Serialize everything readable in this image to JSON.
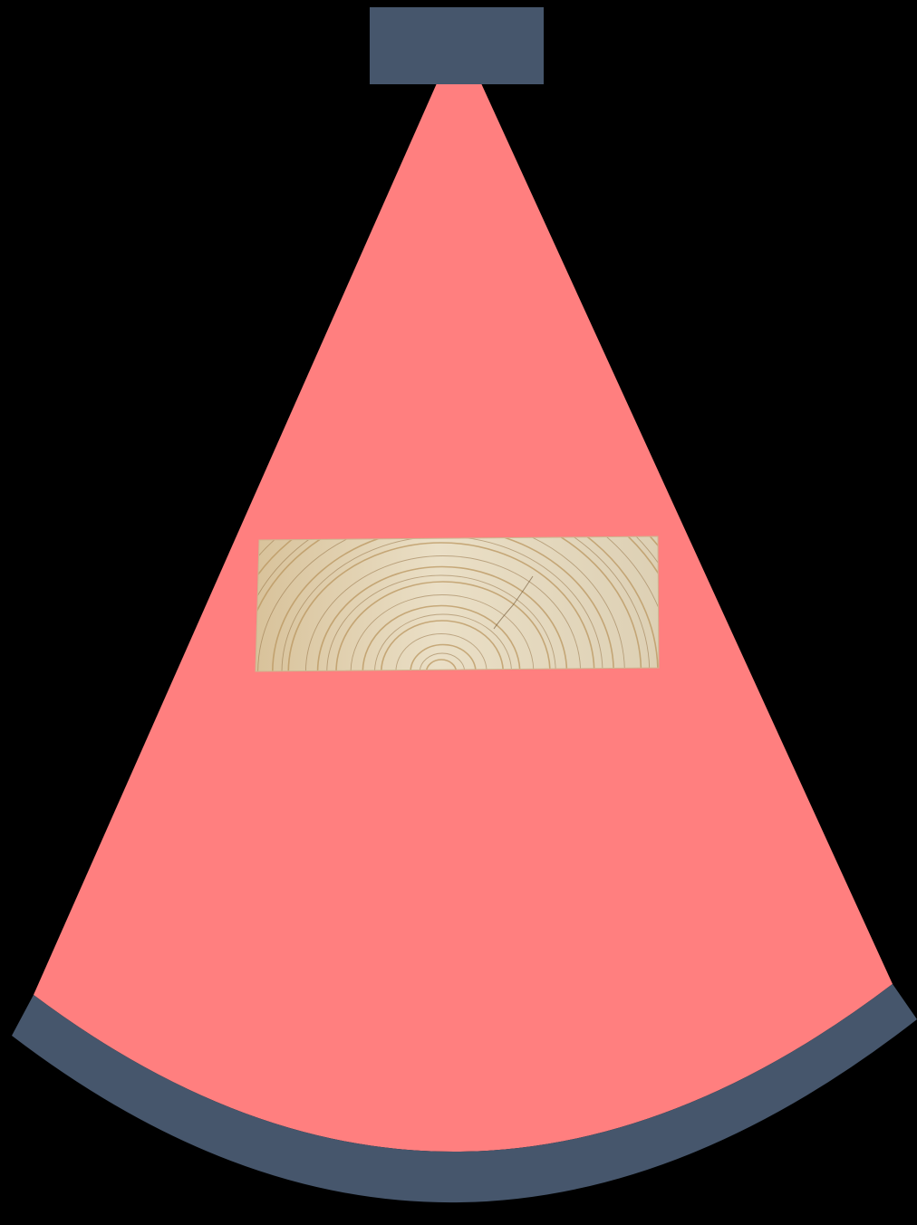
{
  "colors": {
    "background": "#000000",
    "beam": "#ff7f7f",
    "emitter": "#46566c",
    "receiver_arc": "#46566c",
    "wood_light": "#e8dcc2",
    "wood_mid": "#d9c6a1",
    "wood_ring": "#b9965f",
    "wood_ring_dark": "#8e6a3c"
  },
  "elements": {
    "emitter": "sensor-emitter",
    "beam": "scan-beam",
    "receiver": "detector-arc",
    "sample": "wood-sample"
  },
  "icons": {
    "emitter": "rectangle-sensor-icon",
    "sample": "wood-grain-icon"
  }
}
